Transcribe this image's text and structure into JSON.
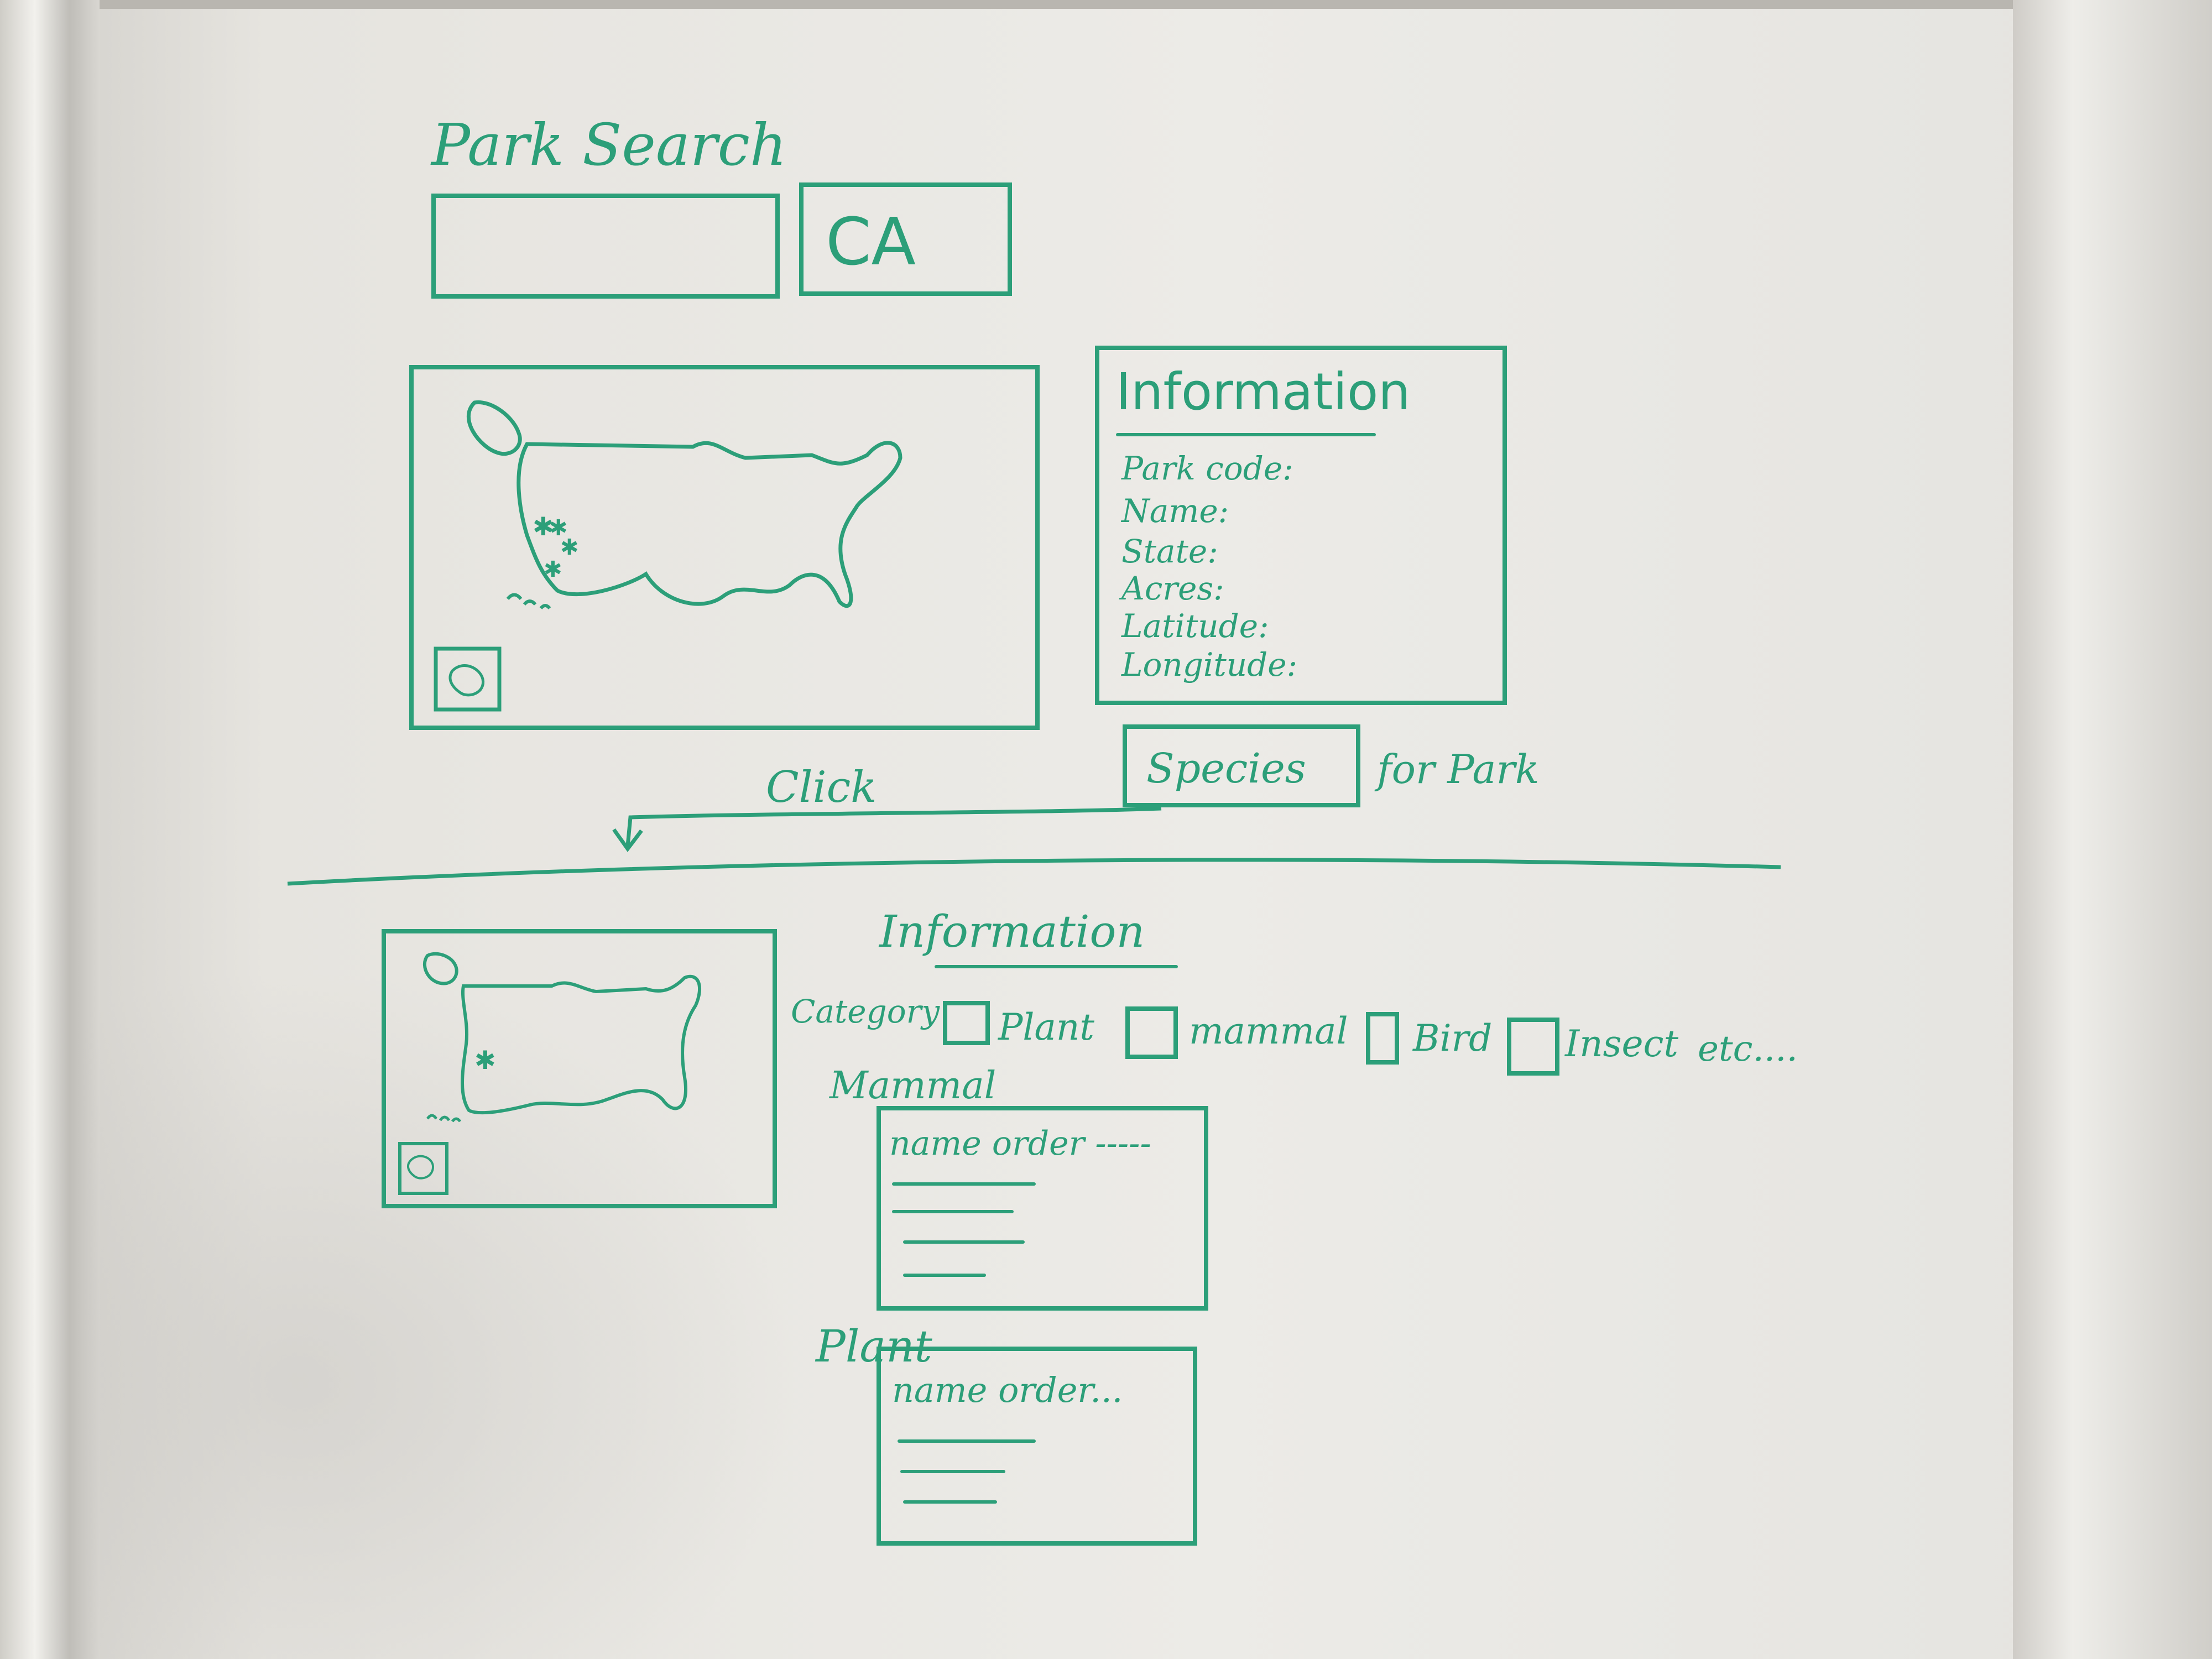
{
  "search": {
    "title": "Park Search",
    "state_value": "CA"
  },
  "info_panel": {
    "title": "Information",
    "fields": [
      "Park code:",
      "Name:",
      "State:",
      "Acres:",
      "Latitude:",
      "Longitude:"
    ]
  },
  "species": {
    "button_label": "Species",
    "suffix": "for Park",
    "click_annotation": "Click"
  },
  "detail": {
    "title": "Information",
    "category_label": "Category",
    "checkboxes": [
      "Plant",
      "mammal",
      "Bird",
      "Insect"
    ],
    "more": "etc....",
    "tables": [
      {
        "label": "Mammal",
        "header": "name order -----"
      },
      {
        "label": "Plant",
        "header": "name order..."
      }
    ]
  },
  "colors": {
    "marker_ink": "#2c9f79",
    "board": "#ecebe7"
  },
  "icons": [
    "us-map-icon",
    "alaska-icon",
    "hawaii-icon",
    "park-marker-icon",
    "minimap-icon",
    "arrow-down-icon"
  ]
}
